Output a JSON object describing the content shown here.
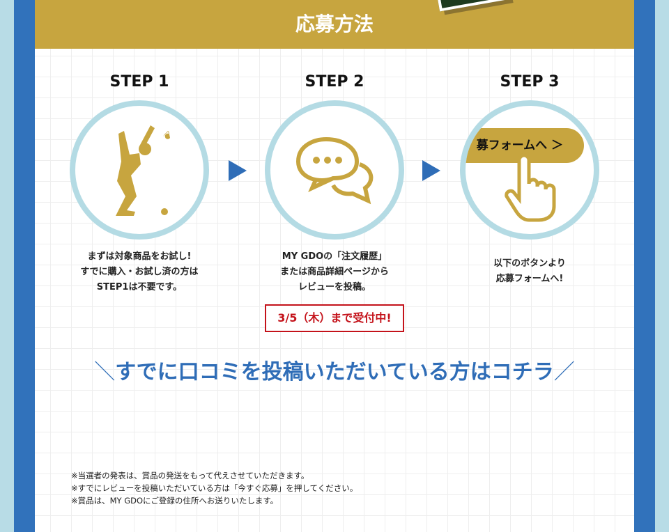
{
  "header": {
    "title": "応募方法"
  },
  "steps": [
    {
      "label": "STEP 1",
      "desc": [
        "まずは対象商品をお試し!",
        "すでに購入・お試し済の方は",
        "STEP1は不要です。"
      ],
      "icon": "golfer-icon"
    },
    {
      "label": "STEP 2",
      "desc": [
        "MY GDOの「注文履歴」",
        "または商品詳細ページから",
        "レビューを投稿。"
      ],
      "icon": "chat-bubbles-icon"
    },
    {
      "label": "STEP 3",
      "desc": [
        "以下のボタンより",
        "応募フォームへ!"
      ],
      "icon": "pointing-hand-icon",
      "button_label": "募フォームへ ＞"
    }
  ],
  "deadline": "3/5（木）まで受付中!",
  "cta": "すでに口コミを投稿いただいている方はコチラ",
  "notes": [
    "※当選者の発表は、賞品の発送をもって代えさせていただきます。",
    "※すでにレビューを投稿いただいている方は「今すぐ応募」を押してください。",
    "※賞品は、MY GDOにご登録の住所へお送りいたします。"
  ],
  "colors": {
    "gold": "#c7a53f",
    "blue": "#3172bb",
    "light_blue": "#b8dce6",
    "red": "#c4121a"
  }
}
